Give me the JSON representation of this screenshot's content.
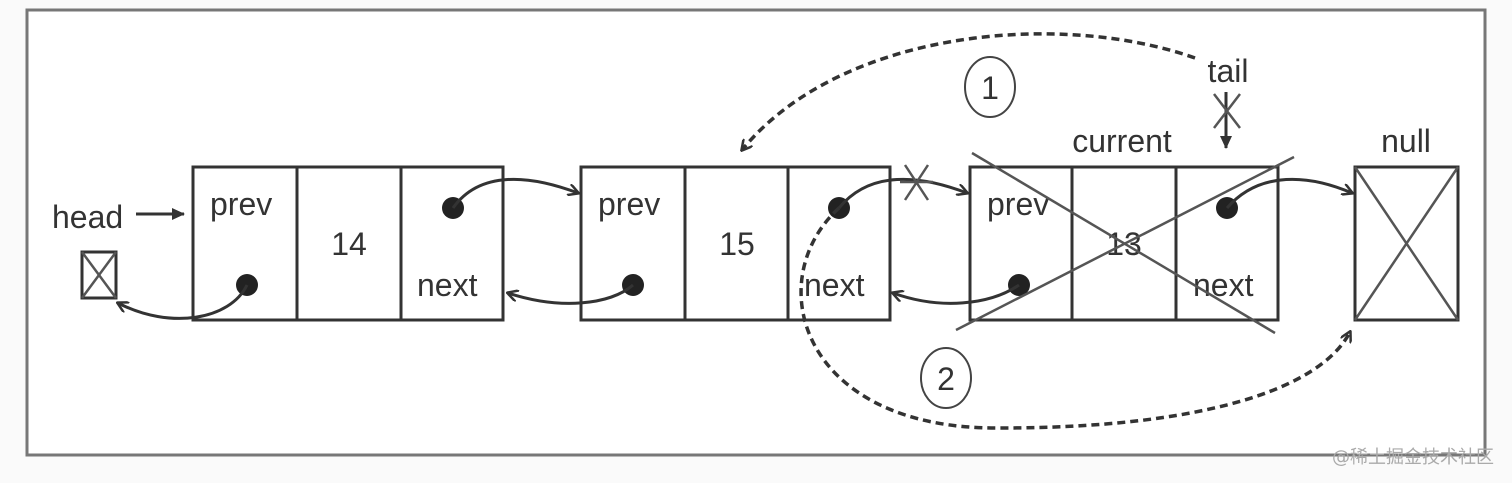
{
  "labels": {
    "head": "head",
    "tail": "tail",
    "current": "current",
    "null": "null"
  },
  "nodes": [
    {
      "prev": "prev",
      "value": "14",
      "next": "next",
      "removed": false
    },
    {
      "prev": "prev",
      "value": "15",
      "next": "next",
      "removed": false
    },
    {
      "prev": "prev",
      "value": "13",
      "next": "next",
      "removed": true
    }
  ],
  "steps": [
    "1",
    "2"
  ],
  "watermark": "@稀土掘金技术社区"
}
